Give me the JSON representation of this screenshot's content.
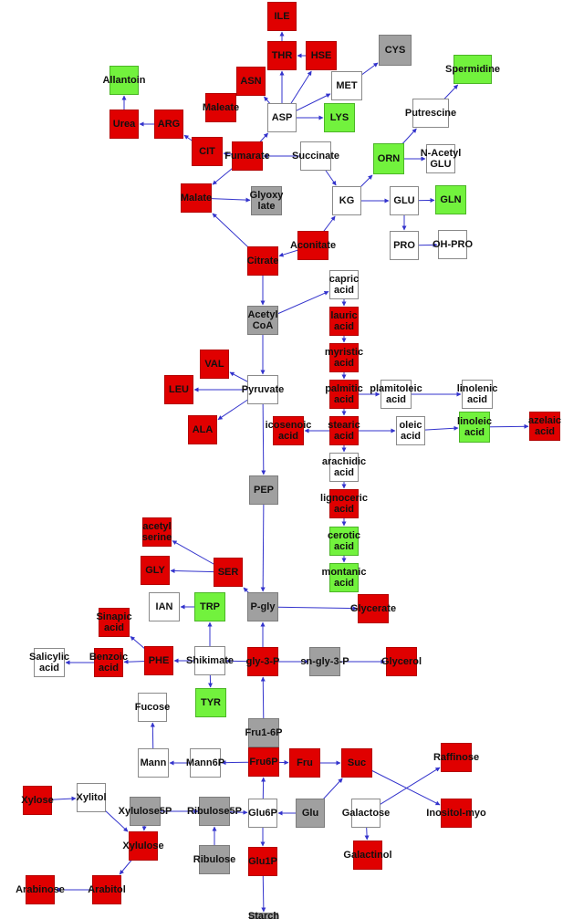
{
  "colors": {
    "increased": "#e00000",
    "decreased": "#72f23d",
    "unchanged": "#a0a0a0",
    "not_detected": "#ffffff",
    "edge": "#3333cc"
  },
  "nodes": {
    "ile": {
      "label": "ILE",
      "c": "r"
    },
    "thr": {
      "label": "THR",
      "c": "r"
    },
    "hse": {
      "label": "HSE",
      "c": "r"
    },
    "cys": {
      "label": "CYS",
      "c": "y"
    },
    "spermidine": {
      "label": "Spermidine",
      "c": "g"
    },
    "allantoin": {
      "label": "Allantoin",
      "c": "g"
    },
    "asn": {
      "label": "ASN",
      "c": "r"
    },
    "met": {
      "label": "MET",
      "c": "w"
    },
    "maleate": {
      "label": "Maleate",
      "c": "r"
    },
    "asp": {
      "label": "ASP",
      "c": "w"
    },
    "lys": {
      "label": "LYS",
      "c": "g"
    },
    "putrescine": {
      "label": "Putrescine",
      "c": "w"
    },
    "urea": {
      "label": "Urea",
      "c": "r"
    },
    "arg": {
      "label": "ARG",
      "c": "r"
    },
    "cit": {
      "label": "CIT",
      "c": "r"
    },
    "fumarate": {
      "label": "Fumarate",
      "c": "r"
    },
    "succinate": {
      "label": "Succinate",
      "c": "w"
    },
    "orn": {
      "label": "ORN",
      "c": "g"
    },
    "nacetylglu": {
      "label": "N-Acetyl\nGLU",
      "c": "w"
    },
    "malate": {
      "label": "Malate",
      "c": "r"
    },
    "glyoxylate": {
      "label": "Glyoxy\nlate",
      "c": "y"
    },
    "kg": {
      "label": "KG",
      "c": "w"
    },
    "glu": {
      "label": "GLU",
      "c": "w"
    },
    "gln": {
      "label": "GLN",
      "c": "g"
    },
    "aconitate": {
      "label": "Aconitate",
      "c": "r"
    },
    "pro": {
      "label": "PRO",
      "c": "w"
    },
    "ohpro": {
      "label": "OH-PRO",
      "c": "w"
    },
    "citrate": {
      "label": "Citrate",
      "c": "r"
    },
    "capric": {
      "label": "capric\nacid",
      "c": "w"
    },
    "acetylcoa": {
      "label": "Acetyl\nCoA",
      "c": "y"
    },
    "lauric": {
      "label": "lauric\nacid",
      "c": "r"
    },
    "myristic": {
      "label": "myristic\nacid",
      "c": "r"
    },
    "val": {
      "label": "VAL",
      "c": "r"
    },
    "leu": {
      "label": "LEU",
      "c": "r"
    },
    "pyruvate": {
      "label": "Pyruvate",
      "c": "w"
    },
    "palmitic": {
      "label": "palmitic\nacid",
      "c": "r"
    },
    "palmitoleic": {
      "label": "plamitoleic\nacid",
      "c": "w"
    },
    "linolenic": {
      "label": "linolenic\nacid",
      "c": "w"
    },
    "ala": {
      "label": "ALA",
      "c": "r"
    },
    "icosenoic": {
      "label": "icosenoic\nacid",
      "c": "r"
    },
    "stearic": {
      "label": "stearic\nacid",
      "c": "r"
    },
    "oleic": {
      "label": "oleic\nacid",
      "c": "w"
    },
    "linoleic": {
      "label": "linoleic\nacid",
      "c": "g"
    },
    "azelaic": {
      "label": "azelaic\nacid",
      "c": "r"
    },
    "arachidic": {
      "label": "arachidic\nacid",
      "c": "w"
    },
    "pep": {
      "label": "PEP",
      "c": "y"
    },
    "lignoceric": {
      "label": "lignoceric\nacid",
      "c": "r"
    },
    "acetylserine": {
      "label": "acetyl\nserine",
      "c": "r"
    },
    "cerotic": {
      "label": "cerotic\nacid",
      "c": "g"
    },
    "gly": {
      "label": "GLY",
      "c": "r"
    },
    "ser": {
      "label": "SER",
      "c": "r"
    },
    "montanic": {
      "label": "montanic\nacid",
      "c": "g"
    },
    "ian": {
      "label": "IAN",
      "c": "w"
    },
    "trp": {
      "label": "TRP",
      "c": "g"
    },
    "pgly": {
      "label": "P-gly",
      "c": "y"
    },
    "glycerate": {
      "label": "Glycerate",
      "c": "r"
    },
    "sinapic": {
      "label": "Sinapic\nacid",
      "c": "r"
    },
    "salicylic": {
      "label": "Salicylic\nacid",
      "c": "w"
    },
    "benzoic": {
      "label": "Benzoic\nacid",
      "c": "r"
    },
    "phe": {
      "label": "PHE",
      "c": "r"
    },
    "shikimate": {
      "label": "Shikimate",
      "c": "w"
    },
    "gly3p": {
      "label": "gly-3-P",
      "c": "r"
    },
    "sngly3p": {
      "label": "sn-gly-3-P",
      "c": "y"
    },
    "glycerol": {
      "label": "Glycerol",
      "c": "r"
    },
    "tyr": {
      "label": "TYR",
      "c": "g"
    },
    "fructose16p": {
      "label": "Fru1-6P",
      "c": "y"
    },
    "fucose": {
      "label": "Fucose",
      "c": "w"
    },
    "mann": {
      "label": "Mann",
      "c": "w"
    },
    "mann6p": {
      "label": "Mann6P",
      "c": "w"
    },
    "fru6p": {
      "label": "Fru6P",
      "c": "r"
    },
    "fru": {
      "label": "Fru",
      "c": "r"
    },
    "suc": {
      "label": "Suc",
      "c": "r"
    },
    "raffinose": {
      "label": "Raffinose",
      "c": "r"
    },
    "xylose": {
      "label": "Xylose",
      "c": "r"
    },
    "xylitol": {
      "label": "Xylitol",
      "c": "w"
    },
    "xylulose5p": {
      "label": "Xylulose5P",
      "c": "y"
    },
    "ribulose5p": {
      "label": "Ribulose5P",
      "c": "y"
    },
    "glu6p": {
      "label": "Glu6P",
      "c": "w"
    },
    "glucose": {
      "label": "Glu",
      "c": "y"
    },
    "galactose": {
      "label": "Galactose",
      "c": "w"
    },
    "inositol": {
      "label": "Inositol-myo",
      "c": "r"
    },
    "xylulose": {
      "label": "Xylulose",
      "c": "r"
    },
    "ribulose": {
      "label": "Ribulose",
      "c": "y"
    },
    "galactinol": {
      "label": "Galactinol",
      "c": "r"
    },
    "glu1p": {
      "label": "Glu1P",
      "c": "r"
    },
    "arabinose": {
      "label": "Arabinose",
      "c": "r"
    },
    "arabitol": {
      "label": "Arabitol",
      "c": "r"
    },
    "starch": {
      "label": "Starch",
      "c": "y"
    }
  },
  "edges": [
    [
      "thr",
      "ile"
    ],
    [
      "hse",
      "thr"
    ],
    [
      "asp",
      "thr"
    ],
    [
      "asp",
      "hse"
    ],
    [
      "asp",
      "met"
    ],
    [
      "met",
      "cys"
    ],
    [
      "asp",
      "asn"
    ],
    [
      "asp",
      "lys"
    ],
    [
      "fumarate",
      "asp"
    ],
    [
      "putrescine",
      "spermidine"
    ],
    [
      "orn",
      "putrescine"
    ],
    [
      "arg",
      "urea"
    ],
    [
      "urea",
      "allantoin"
    ],
    [
      "cit",
      "arg"
    ],
    [
      "fumarate",
      "cit"
    ],
    [
      "fumarate",
      "malate"
    ],
    [
      "succinate",
      "fumarate"
    ],
    [
      "succinate",
      "kg"
    ],
    [
      "orn",
      "nacetylglu"
    ],
    [
      "kg",
      "orn"
    ],
    [
      "kg",
      "glu"
    ],
    [
      "glu",
      "gln"
    ],
    [
      "glu",
      "pro"
    ],
    [
      "pro",
      "ohpro"
    ],
    [
      "malate",
      "glyoxylate"
    ],
    [
      "aconitate",
      "kg"
    ],
    [
      "aconitate",
      "citrate"
    ],
    [
      "citrate",
      "malate"
    ],
    [
      "citrate",
      "acetylcoa"
    ],
    [
      "acetylcoa",
      "capric"
    ],
    [
      "capric",
      "lauric"
    ],
    [
      "lauric",
      "myristic"
    ],
    [
      "myristic",
      "palmitic"
    ],
    [
      "acetylcoa",
      "pyruvate"
    ],
    [
      "pyruvate",
      "val"
    ],
    [
      "pyruvate",
      "leu"
    ],
    [
      "pyruvate",
      "ala"
    ],
    [
      "palmitic",
      "palmitoleic"
    ],
    [
      "palmitoleic",
      "linolenic"
    ],
    [
      "palmitic",
      "stearic"
    ],
    [
      "stearic",
      "icosenoic"
    ],
    [
      "stearic",
      "oleic"
    ],
    [
      "oleic",
      "linoleic"
    ],
    [
      "linoleic",
      "azelaic"
    ],
    [
      "stearic",
      "arachidic"
    ],
    [
      "arachidic",
      "lignoceric"
    ],
    [
      "lignoceric",
      "cerotic"
    ],
    [
      "cerotic",
      "montanic"
    ],
    [
      "pyruvate",
      "pep"
    ],
    [
      "pep",
      "pgly"
    ],
    [
      "ser",
      "acetylserine"
    ],
    [
      "ser",
      "gly"
    ],
    [
      "pgly",
      "ser"
    ],
    [
      "pgly",
      "glycerate"
    ],
    [
      "trp",
      "ian"
    ],
    [
      "shikimate",
      "trp"
    ],
    [
      "shikimate",
      "tyr"
    ],
    [
      "gly3p",
      "pgly"
    ],
    [
      "gly3p",
      "shikimate"
    ],
    [
      "shikimate",
      "phe"
    ],
    [
      "phe",
      "sinapic"
    ],
    [
      "phe",
      "benzoic"
    ],
    [
      "benzoic",
      "salicylic"
    ],
    [
      "gly3p",
      "sngly3p"
    ],
    [
      "sngly3p",
      "glycerol"
    ],
    [
      "fructose16p",
      "gly3p"
    ],
    [
      "fru6p",
      "fructose16p"
    ],
    [
      "mann",
      "fucose"
    ],
    [
      "mann6p",
      "mann"
    ],
    [
      "fru6p",
      "mann6p"
    ],
    [
      "fru6p",
      "fru"
    ],
    [
      "fru",
      "suc"
    ],
    [
      "suc",
      "inositol"
    ],
    [
      "galactose",
      "raffinose"
    ],
    [
      "glu6p",
      "fru6p"
    ],
    [
      "glucose",
      "glu6p"
    ],
    [
      "glucose",
      "suc"
    ],
    [
      "galactose",
      "galactinol"
    ],
    [
      "xylose",
      "xylitol"
    ],
    [
      "xylitol",
      "xylulose"
    ],
    [
      "xylulose5p",
      "ribulose5p"
    ],
    [
      "ribulose5p",
      "glu6p"
    ],
    [
      "ribulose",
      "ribulose5p"
    ],
    [
      "xylulose5p",
      "xylulose"
    ],
    [
      "xylulose",
      "arabitol"
    ],
    [
      "arabitol",
      "arabinose"
    ],
    [
      "glu6p",
      "glu1p"
    ],
    [
      "glu1p",
      "starch"
    ]
  ]
}
